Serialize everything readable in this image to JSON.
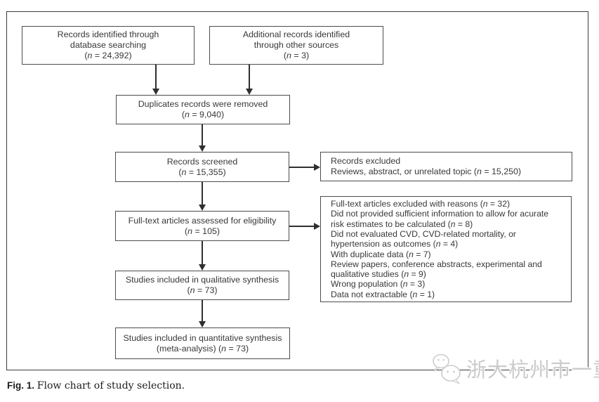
{
  "figure": {
    "caption_label": "Fig. 1.",
    "caption_text": "Flow chart of study selection."
  },
  "watermark": {
    "icon": "wechat-bubbles-icon",
    "text": "浙大杭州市一重症",
    "color": "#cbcbcb"
  },
  "colors": {
    "background": "#ffffff",
    "outer_border": "#3c3c3c",
    "box_border": "#4c4c4c",
    "arrow": "#2f2f2f",
    "text": "#383838"
  },
  "flowchart": {
    "boxes": {
      "records_identified": {
        "lines": [
          "Records identified through",
          "database searching",
          "(n = 24,392)"
        ]
      },
      "additional_records": {
        "lines": [
          "Additional records identified",
          "through other sources",
          "(n = 3)"
        ]
      },
      "duplicates_removed": {
        "lines": [
          "Duplicates records were removed",
          "(n = 9,040)"
        ]
      },
      "records_screened": {
        "lines": [
          "Records screened",
          "(n = 15,355)"
        ]
      },
      "records_excluded": {
        "lines": [
          "Records excluded",
          "Reviews, abstract, or unrelated topic (n = 15,250)"
        ]
      },
      "fulltext_assessed": {
        "lines": [
          "Full-text articles assessed for eligibility",
          "(n = 105)"
        ]
      },
      "fulltext_excluded": {
        "lines": [
          "Full-text articles excluded with reasons (n = 32)",
          "Did not provided sufficient information to allow for acurate",
          "risk estimates to be calculated (n = 8)",
          "Did not evaluated CVD, CVD-related mortality, or",
          "hypertension as outcomes (n = 4)",
          "With duplicate data (n = 7)",
          "Review papers, conference abstracts, experimental and",
          "qualitative studies (n = 9)",
          "Wrong population (n = 3)",
          "Data not extractable (n = 1)"
        ]
      },
      "qualitative_synthesis": {
        "lines": [
          "Studies included in qualitative synthesis",
          "(n = 73)"
        ]
      },
      "quantitative_synthesis": {
        "lines": [
          "Studies included in quantitative synthesis",
          "(meta-analysis) (n = 73)"
        ]
      }
    },
    "connections": [
      {
        "from": "records_identified",
        "to": "duplicates_removed"
      },
      {
        "from": "additional_records",
        "to": "duplicates_removed"
      },
      {
        "from": "duplicates_removed",
        "to": "records_screened"
      },
      {
        "from": "records_screened",
        "to": "records_excluded"
      },
      {
        "from": "records_screened",
        "to": "fulltext_assessed"
      },
      {
        "from": "fulltext_assessed",
        "to": "fulltext_excluded"
      },
      {
        "from": "fulltext_assessed",
        "to": "qualitative_synthesis"
      },
      {
        "from": "fulltext_assessed",
        "to": "fulltext_excluded"
      },
      {
        "from": "qualitative_synthesis",
        "to": "quantitative_synthesis"
      }
    ]
  }
}
